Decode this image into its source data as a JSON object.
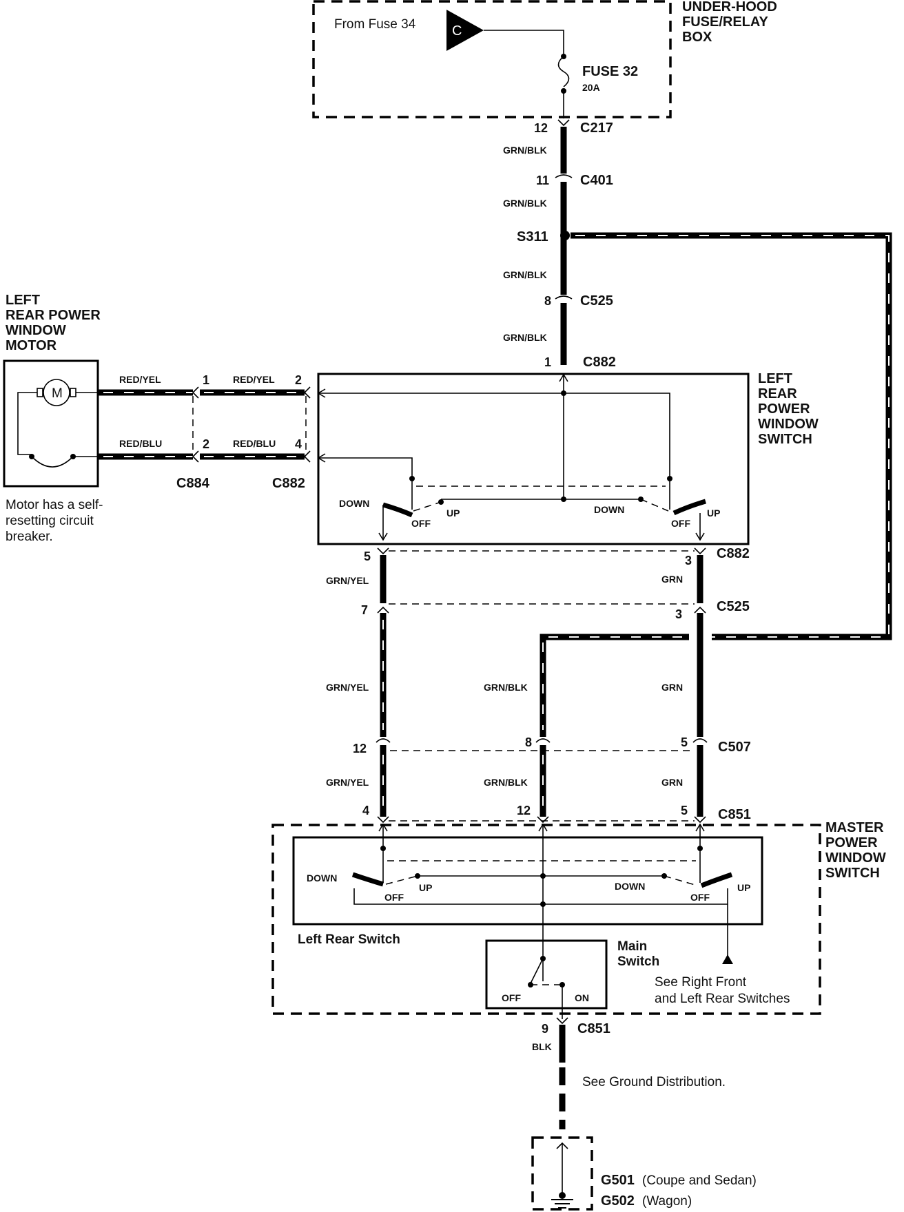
{
  "fuse_box": {
    "title_lines": [
      "UNDER-HOOD",
      "FUSE/RELAY",
      "BOX"
    ],
    "from_fuse": "From Fuse 34",
    "connector_letter": "C",
    "fuse_name": "FUSE  32",
    "fuse_rating": "20A"
  },
  "connectors": {
    "c217": "C217",
    "c401": "C401",
    "s311": "S311",
    "c525": "C525",
    "c882": "C882",
    "c884": "C884",
    "c507": "C507",
    "c851": "C851"
  },
  "pins": {
    "p12a": "12",
    "p11": "11",
    "p8a": "8",
    "p1a": "1",
    "p1b": "1",
    "p2a": "2",
    "p2b": "2",
    "p4a": "4",
    "p5a": "5",
    "p3a": "3",
    "p7": "7",
    "p3b": "3",
    "p12b": "12",
    "p8b": "8",
    "p5b": "5",
    "p4b": "4",
    "p12c": "12",
    "p5c": "5",
    "p9": "9"
  },
  "wires": {
    "grn_blk": "GRN/BLK",
    "grn_yel": "GRN/YEL",
    "grn": "GRN",
    "red_yel": "RED/YEL",
    "red_blu": "RED/BLU",
    "blk": "BLK"
  },
  "motor": {
    "title_lines": [
      "LEFT",
      "REAR POWER",
      "WINDOW",
      "MOTOR"
    ],
    "symbol": "M",
    "note_lines": [
      "Motor has a self-",
      "resetting circuit",
      "breaker."
    ]
  },
  "lr_switch": {
    "title_lines": [
      "LEFT",
      "REAR",
      "POWER",
      "WINDOW",
      "SWITCH"
    ],
    "down": "DOWN",
    "off": "OFF",
    "up": "UP"
  },
  "master_switch": {
    "title_lines": [
      "MASTER",
      "POWER",
      "WINDOW",
      "SWITCH"
    ],
    "left_rear_switch": "Left Rear Switch",
    "main_switch_lines": [
      "Main",
      "Switch"
    ],
    "off": "OFF",
    "on": "ON",
    "down": "DOWN",
    "up": "UP",
    "see_lines": [
      "See  Right Front",
      "and Left Rear Switches"
    ]
  },
  "ground": {
    "see_ground": "See Ground Distribution.",
    "g501": "G501",
    "g501_note": "(Coupe and Sedan)",
    "g502": "G502",
    "g502_note": "(Wagon)"
  }
}
